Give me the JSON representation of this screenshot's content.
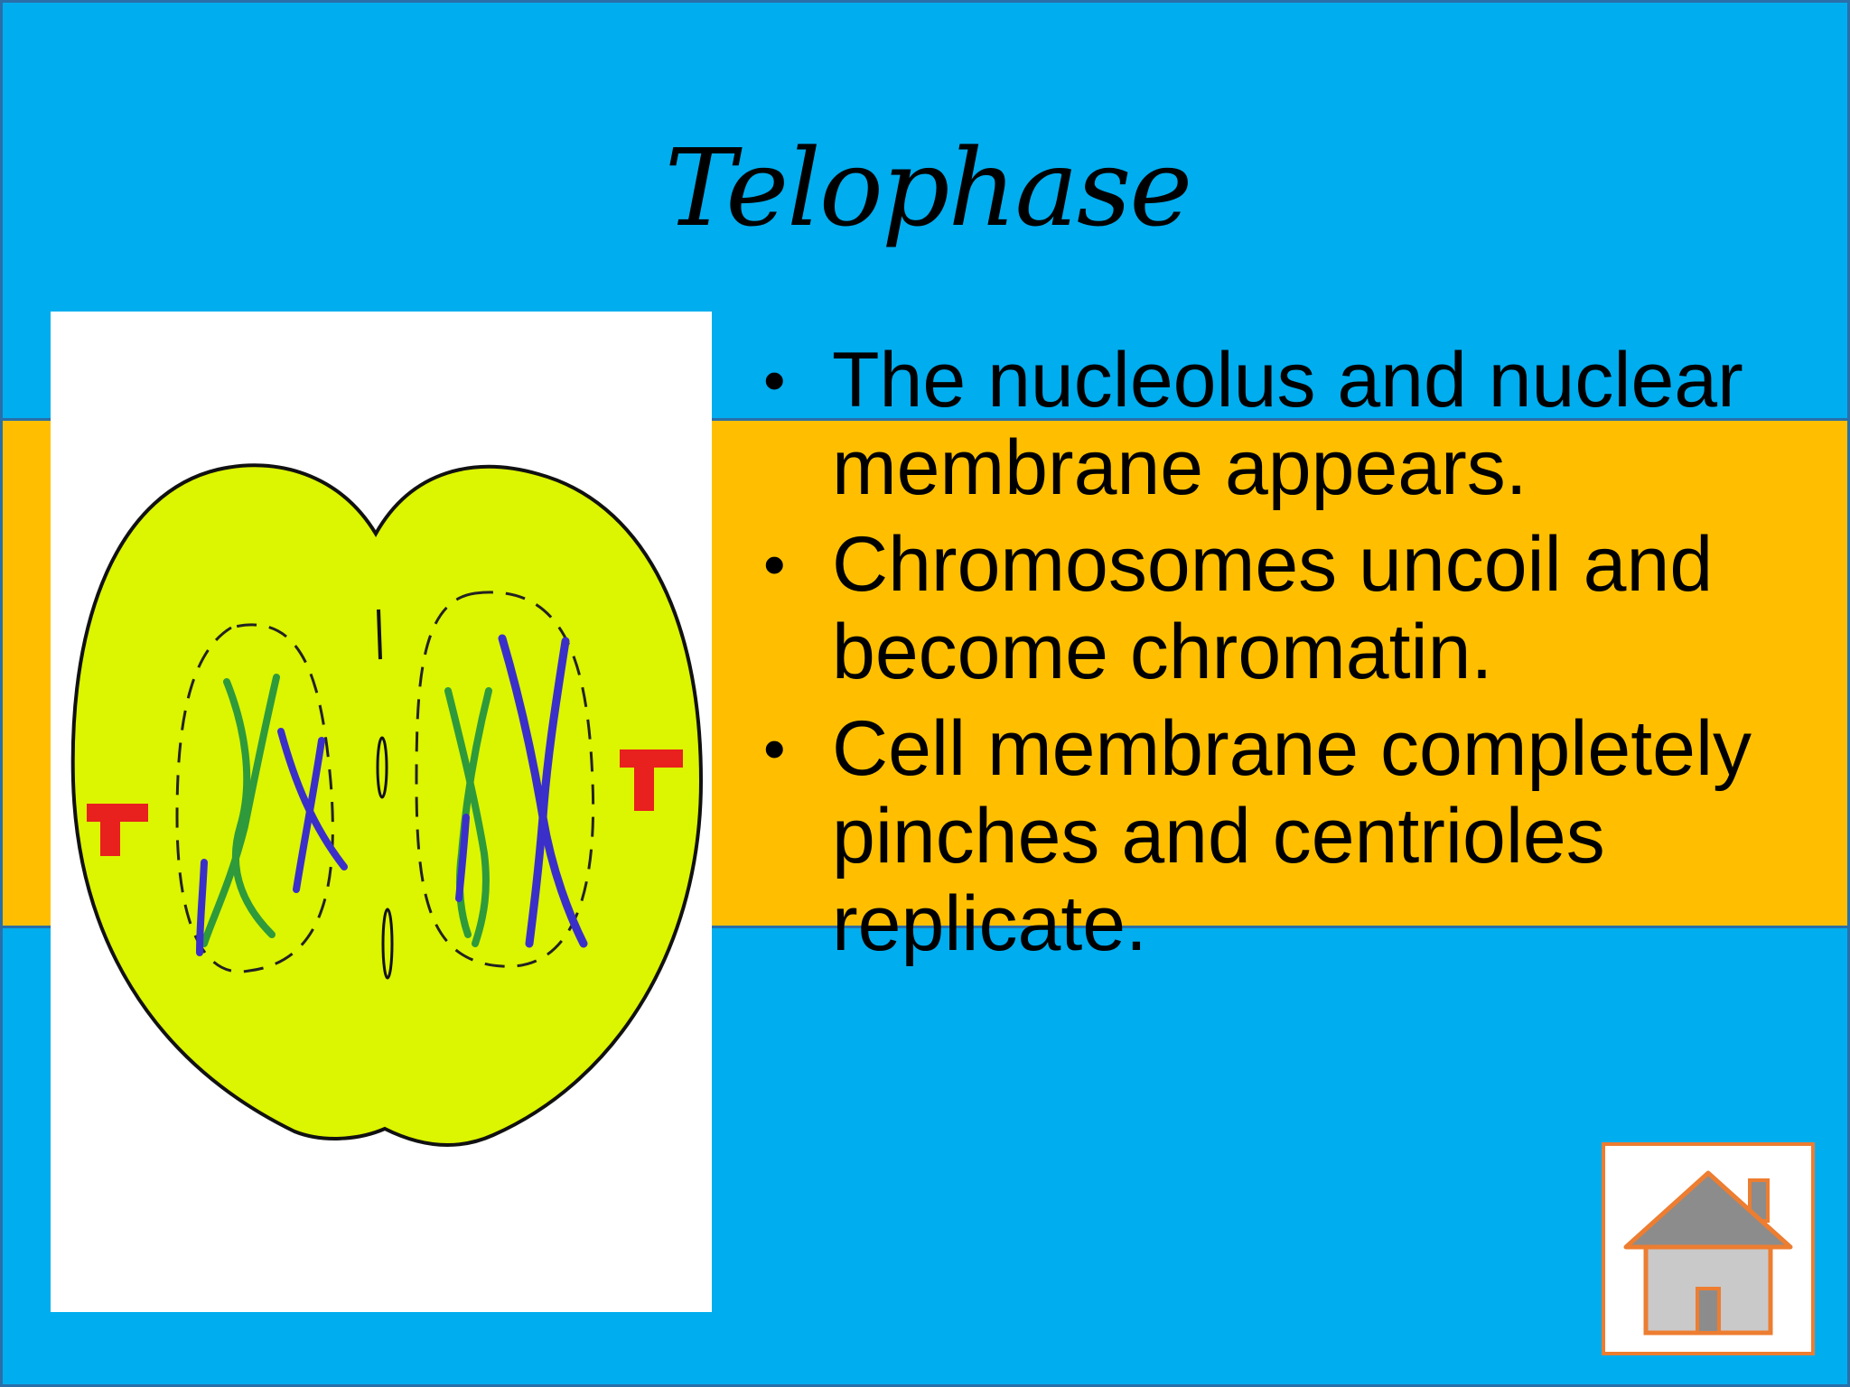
{
  "slide": {
    "title": "Telophase",
    "bullets": [
      {
        "marker": "•",
        "text": "The nucleolus and nuclear membrane appears."
      },
      {
        "marker": "•",
        "text": "Chromosomes uncoil and become chromatin."
      },
      {
        "marker": "•",
        "text": "Cell membrane completely pinches and centrioles replicate."
      }
    ]
  },
  "colors": {
    "background": "#00adef",
    "band": "#ffbf00",
    "cell": "#dcf500",
    "chromosome_green": "#2e9a3c",
    "chromosome_blue": "#3b2fc9",
    "centriole": "#e8201e",
    "home_border": "#ed7d31",
    "home_roof": "#8c8c8c",
    "home_wall": "#c9c9c9"
  },
  "icons": {
    "home": "house-icon"
  }
}
